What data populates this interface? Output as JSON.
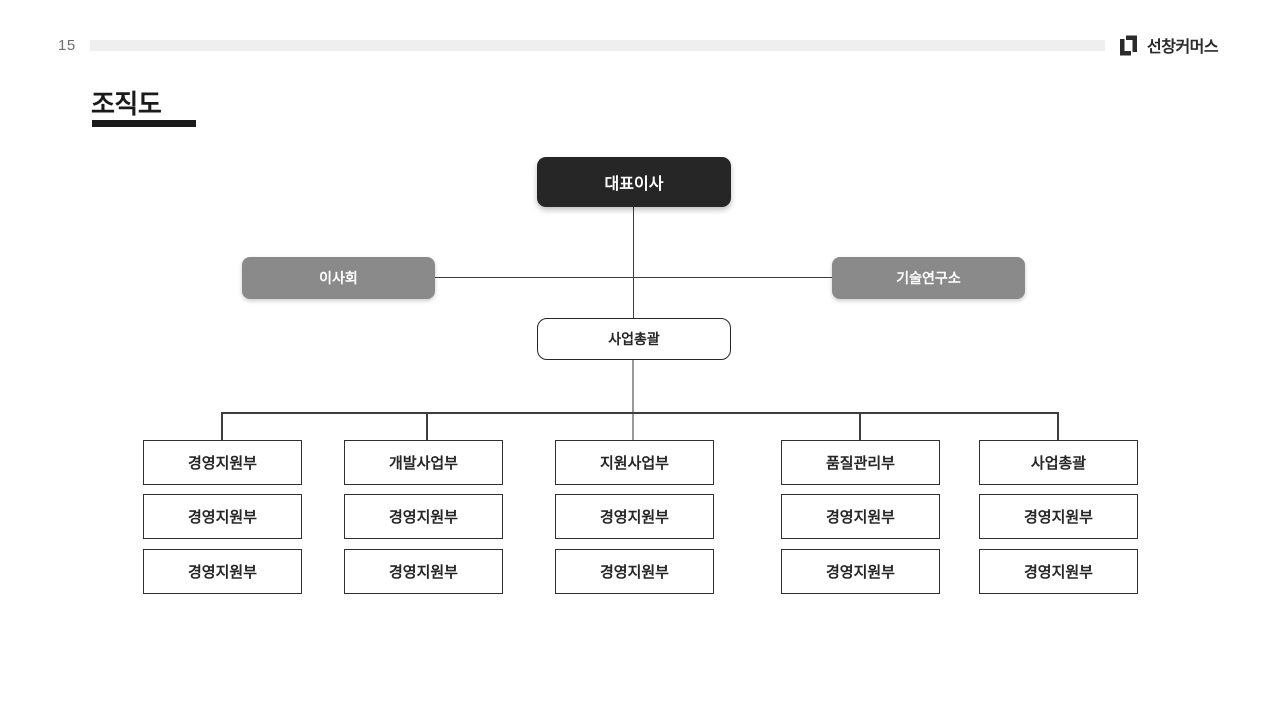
{
  "page": {
    "number": "15"
  },
  "brand": {
    "name": "선창커머스",
    "logo_icon": "bracket-square-logo"
  },
  "title": "조직도",
  "org": {
    "ceo": "대표이사",
    "board": "이사회",
    "tech": "기술연구소",
    "general": "사업총괄",
    "columns": [
      {
        "head": "경영지원부",
        "subs": [
          "경영지원부",
          "경영지원부"
        ]
      },
      {
        "head": "개발사업부",
        "subs": [
          "경영지원부",
          "경영지원부"
        ]
      },
      {
        "head": "지원사업부",
        "subs": [
          "경영지원부",
          "경영지원부"
        ]
      },
      {
        "head": "품질관리부",
        "subs": [
          "경영지원부",
          "경영지원부"
        ]
      },
      {
        "head": "사업총괄",
        "subs": [
          "경영지원부",
          "경영지원부"
        ]
      }
    ]
  },
  "colors": {
    "ceo_box": "#262626",
    "gray_box": "#8a8a8a",
    "box_border": "#2f2f2f",
    "line_dark": "#3d3d3d",
    "line_gray": "#9a9a9a",
    "header_bar": "#efefef",
    "title_text": "#1a1a1a"
  }
}
